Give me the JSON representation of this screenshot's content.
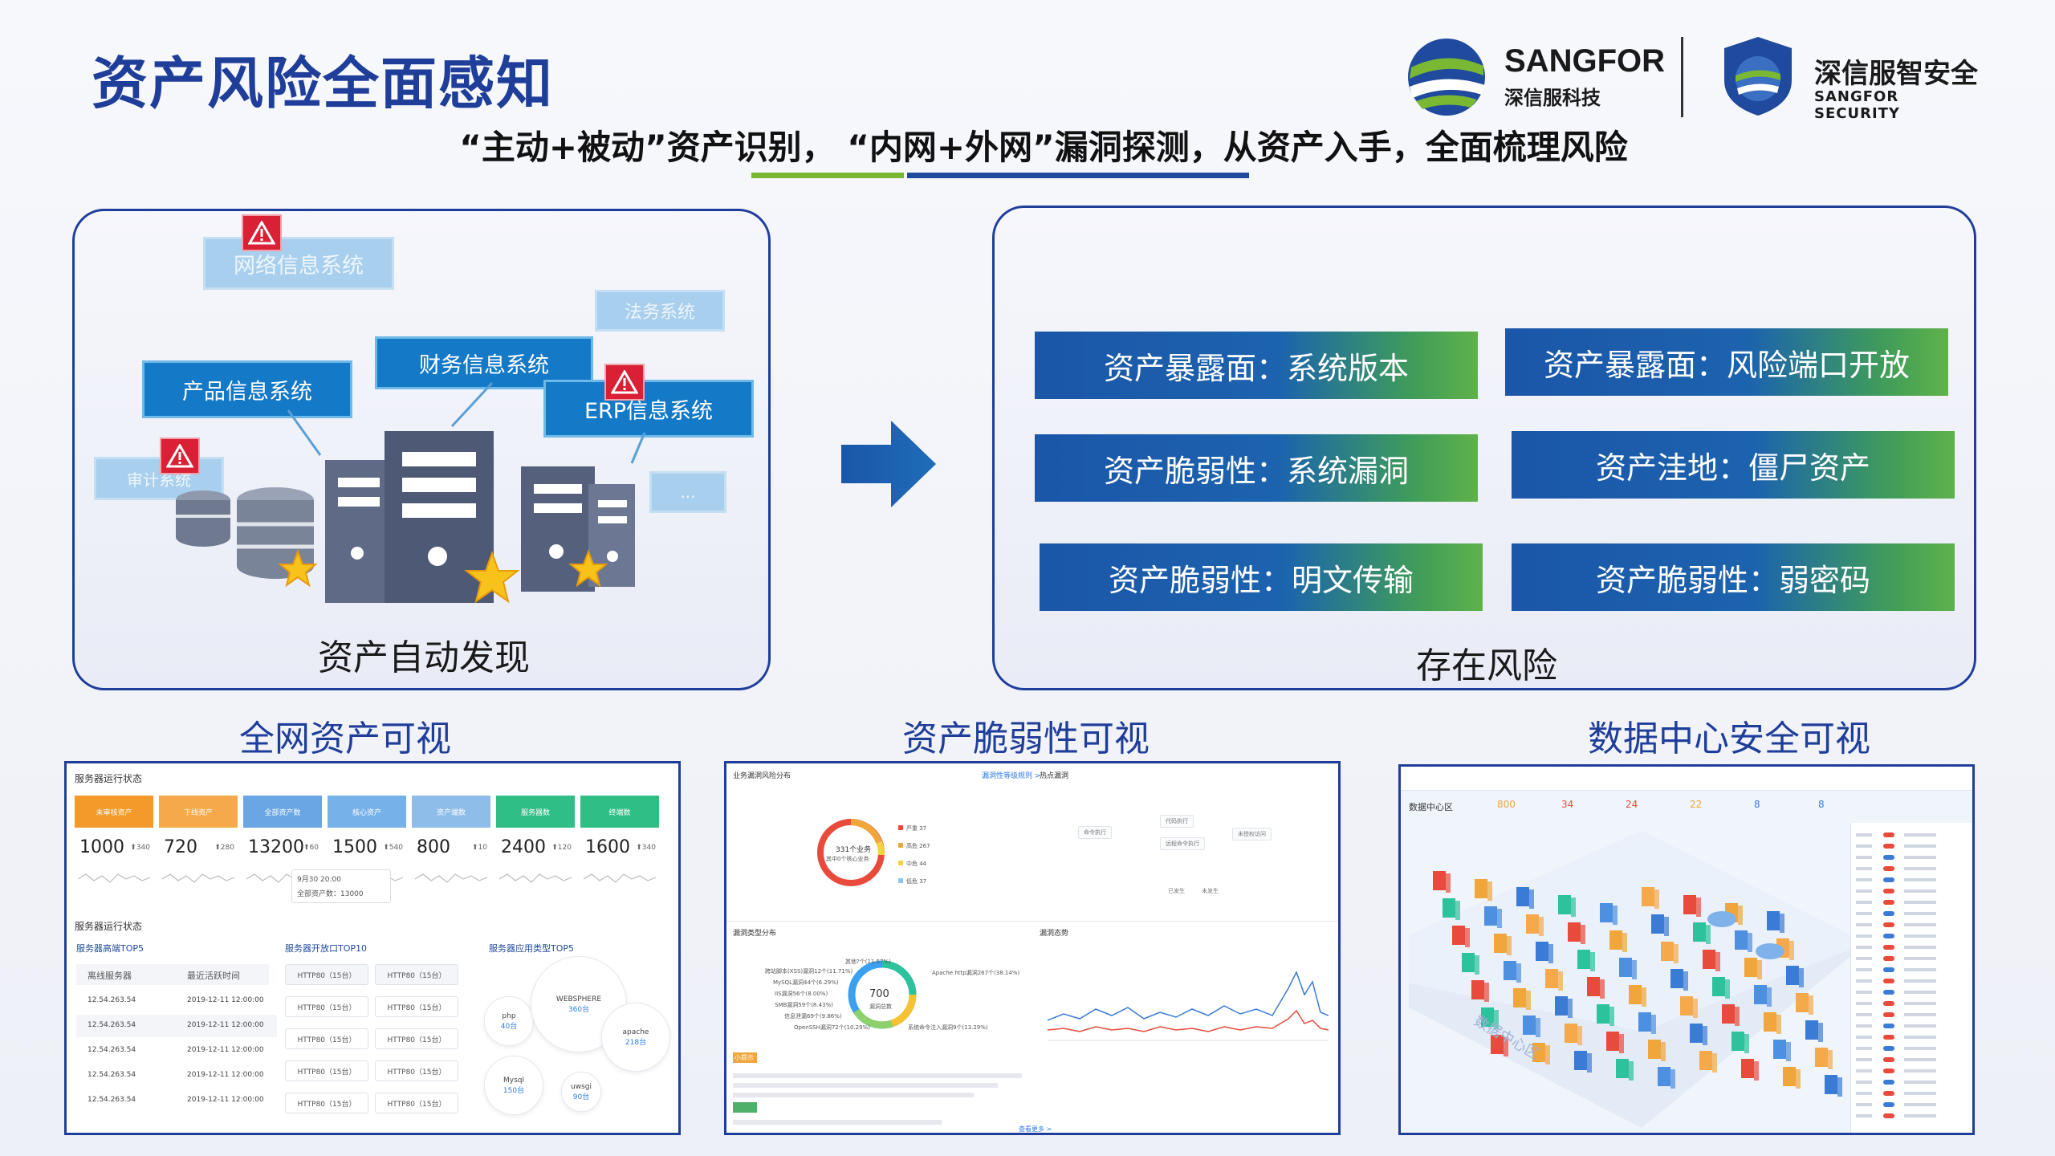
{
  "header": {
    "title": "资产风险全面感知",
    "subtitle": "“主动+被动”资产识别， “内网+外网”漏洞探测，从资产入手，全面梳理风险"
  },
  "logos": {
    "sangfor_name": "SANGFOR",
    "sangfor_cn": "深信服科技",
    "security_cn": "深信服智安全",
    "security_en": "SANGFOR SECURITY"
  },
  "left_panel": {
    "caption": "资产自动发现",
    "systems": [
      "网络信息系统",
      "法务系统",
      "财务信息系统",
      "产品信息系统",
      "ERP信息系统",
      "审计系统",
      "..."
    ]
  },
  "right_panel": {
    "caption": "存在风险",
    "risks": [
      "资产暴露面：系统版本",
      "资产暴露面：风险端口开放",
      "资产脆弱性：系统漏洞",
      "资产洼地：僵尸资产",
      "资产脆弱性：明文传输",
      "资产脆弱性：弱密码"
    ]
  },
  "bottom": {
    "titles": [
      "全网资产可视",
      "资产脆弱性可视",
      "数据中心安全可视"
    ],
    "shot1": {
      "section_label": "服务器运行状态",
      "section_label2": "服务器运行状态",
      "cards": [
        {
          "label": "未审核资产",
          "value": "1000",
          "delta": "340",
          "color": "#f39a2b"
        },
        {
          "label": "下线资产",
          "value": "720",
          "delta": "280",
          "color": "#f5a94a"
        },
        {
          "label": "全部资产数",
          "value": "13200",
          "delta": "60",
          "color": "#6aa6e3"
        },
        {
          "label": "核心资产",
          "value": "1500",
          "delta": "540",
          "color": "#77b1ea"
        },
        {
          "label": "资产端数",
          "value": "800",
          "delta": "10",
          "color": "#8ebde9"
        },
        {
          "label": "服务器数",
          "value": "2400",
          "delta": "120",
          "color": "#2fbf86"
        },
        {
          "label": "终端数",
          "value": "1600",
          "delta": "340",
          "color": "#2fbf86"
        }
      ],
      "tooltip": [
        "9月30 20:00",
        "全部资产数：13000"
      ],
      "top5_label": "服务器高端TOP5",
      "port_label": "服务器开放口TOP10",
      "app_label": "服务器应用类型TOP5",
      "col_headers": [
        "离线服务器",
        "最近活跃时间"
      ],
      "rows": [
        [
          "12.54.263.54",
          "2019-12-11 12:00:00"
        ],
        [
          "12.54.263.54",
          "2019-12-11 12:00:00"
        ],
        [
          "12.54.263.54",
          "2019-12-11 12:00:00"
        ],
        [
          "12.54.263.54",
          "2019-12-11 12:00:00"
        ],
        [
          "12.54.263.54",
          "2019-12-11 12:00:00"
        ]
      ],
      "ports": [
        "HTTP80（15台）",
        "HTTP80（15台）"
      ],
      "bubbles": [
        {
          "name": "php",
          "count": "40台"
        },
        {
          "name": "WEBSPHERE",
          "count": "360台"
        },
        {
          "name": "apache",
          "count": "218台"
        },
        {
          "name": "Mysql",
          "count": "150台"
        },
        {
          "name": "uwsgi",
          "count": "90台"
        }
      ]
    },
    "shot2": {
      "title": "业务漏洞风险分布",
      "link": "漏洞性等级规则 >",
      "donut1_line1": "331个业务",
      "donut1_line2": "其中0个核心业务",
      "legend": [
        "严重 37",
        "高危 267",
        "中危 44",
        "低危 37"
      ],
      "heat_label": "热点漏洞",
      "heat_items": [
        "命令执行",
        "代码执行",
        "远程命令执行",
        "未授权访问"
      ],
      "heat_legend": [
        "已发生",
        "未发生"
      ],
      "type_label": "漏洞类型分布",
      "trend_label": "漏洞态势",
      "donut2_value": "700",
      "donut2_sub": "漏洞总数",
      "type_items": [
        "其他?个(11.57%)",
        "跨站脚本(XSS)漏洞12个(11.71%)",
        "MySQL漏洞44个(6.29%)",
        "IIS漏洞56个(8.00%)",
        "SMB漏洞59个(8.43%)",
        "信息泄漏69个(9.86%)",
        "OpenSSH漏洞72个(10.29%)",
        "Apache http漏洞267个(38.14%)",
        "系统命令注入漏洞9个(13.29%)"
      ],
      "tip_tag": "小提示",
      "footer": "查看更多 >"
    },
    "shot3": {
      "title": "数据中心区",
      "stats": [
        "800",
        "34",
        "24",
        "22",
        "8",
        "8"
      ]
    }
  }
}
